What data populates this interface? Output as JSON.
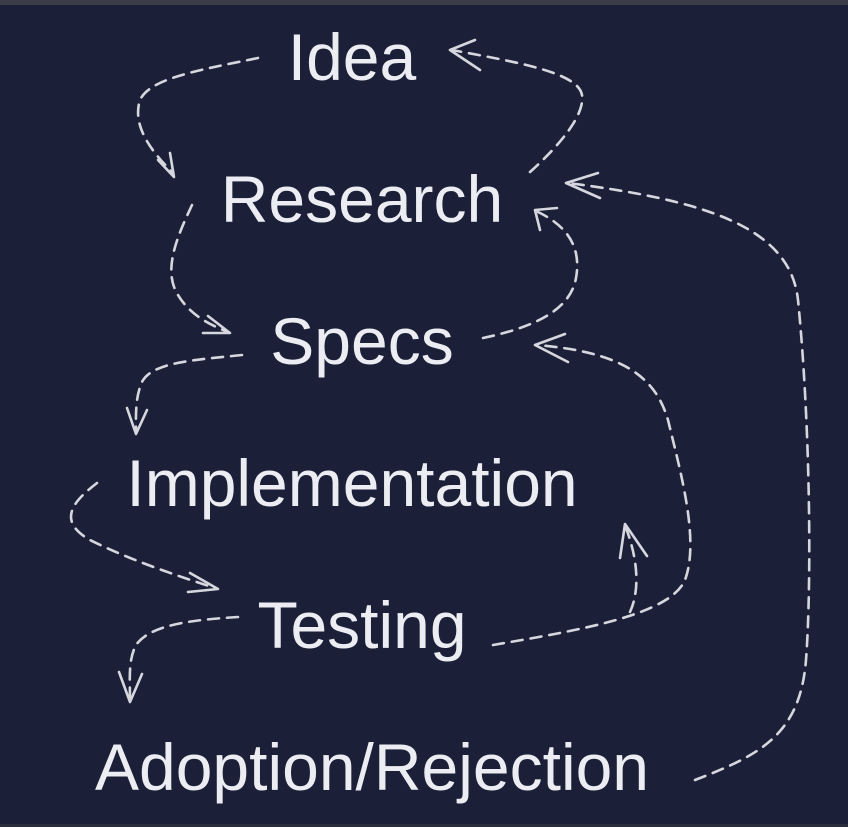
{
  "colors": {
    "background": "#1b2038",
    "text": "#ecedf2",
    "arrow": "#d6d7de"
  },
  "stages": [
    {
      "id": "idea",
      "label": "Idea"
    },
    {
      "id": "research",
      "label": "Research"
    },
    {
      "id": "specs",
      "label": "Specs"
    },
    {
      "id": "implementation",
      "label": "Implementation"
    },
    {
      "id": "testing",
      "label": "Testing"
    },
    {
      "id": "adoption",
      "label": "Adoption/Rejection"
    }
  ],
  "edges": [
    {
      "from": "Idea",
      "to": "Research"
    },
    {
      "from": "Research",
      "to": "Idea"
    },
    {
      "from": "Research",
      "to": "Specs"
    },
    {
      "from": "Specs",
      "to": "Research"
    },
    {
      "from": "Specs",
      "to": "Implementation"
    },
    {
      "from": "Implementation",
      "to": "Testing"
    },
    {
      "from": "Testing",
      "to": "Implementation"
    },
    {
      "from": "Testing",
      "to": "Specs"
    },
    {
      "from": "Testing",
      "to": "Adoption/Rejection"
    },
    {
      "from": "Adoption/Rejection",
      "to": "Research"
    }
  ]
}
